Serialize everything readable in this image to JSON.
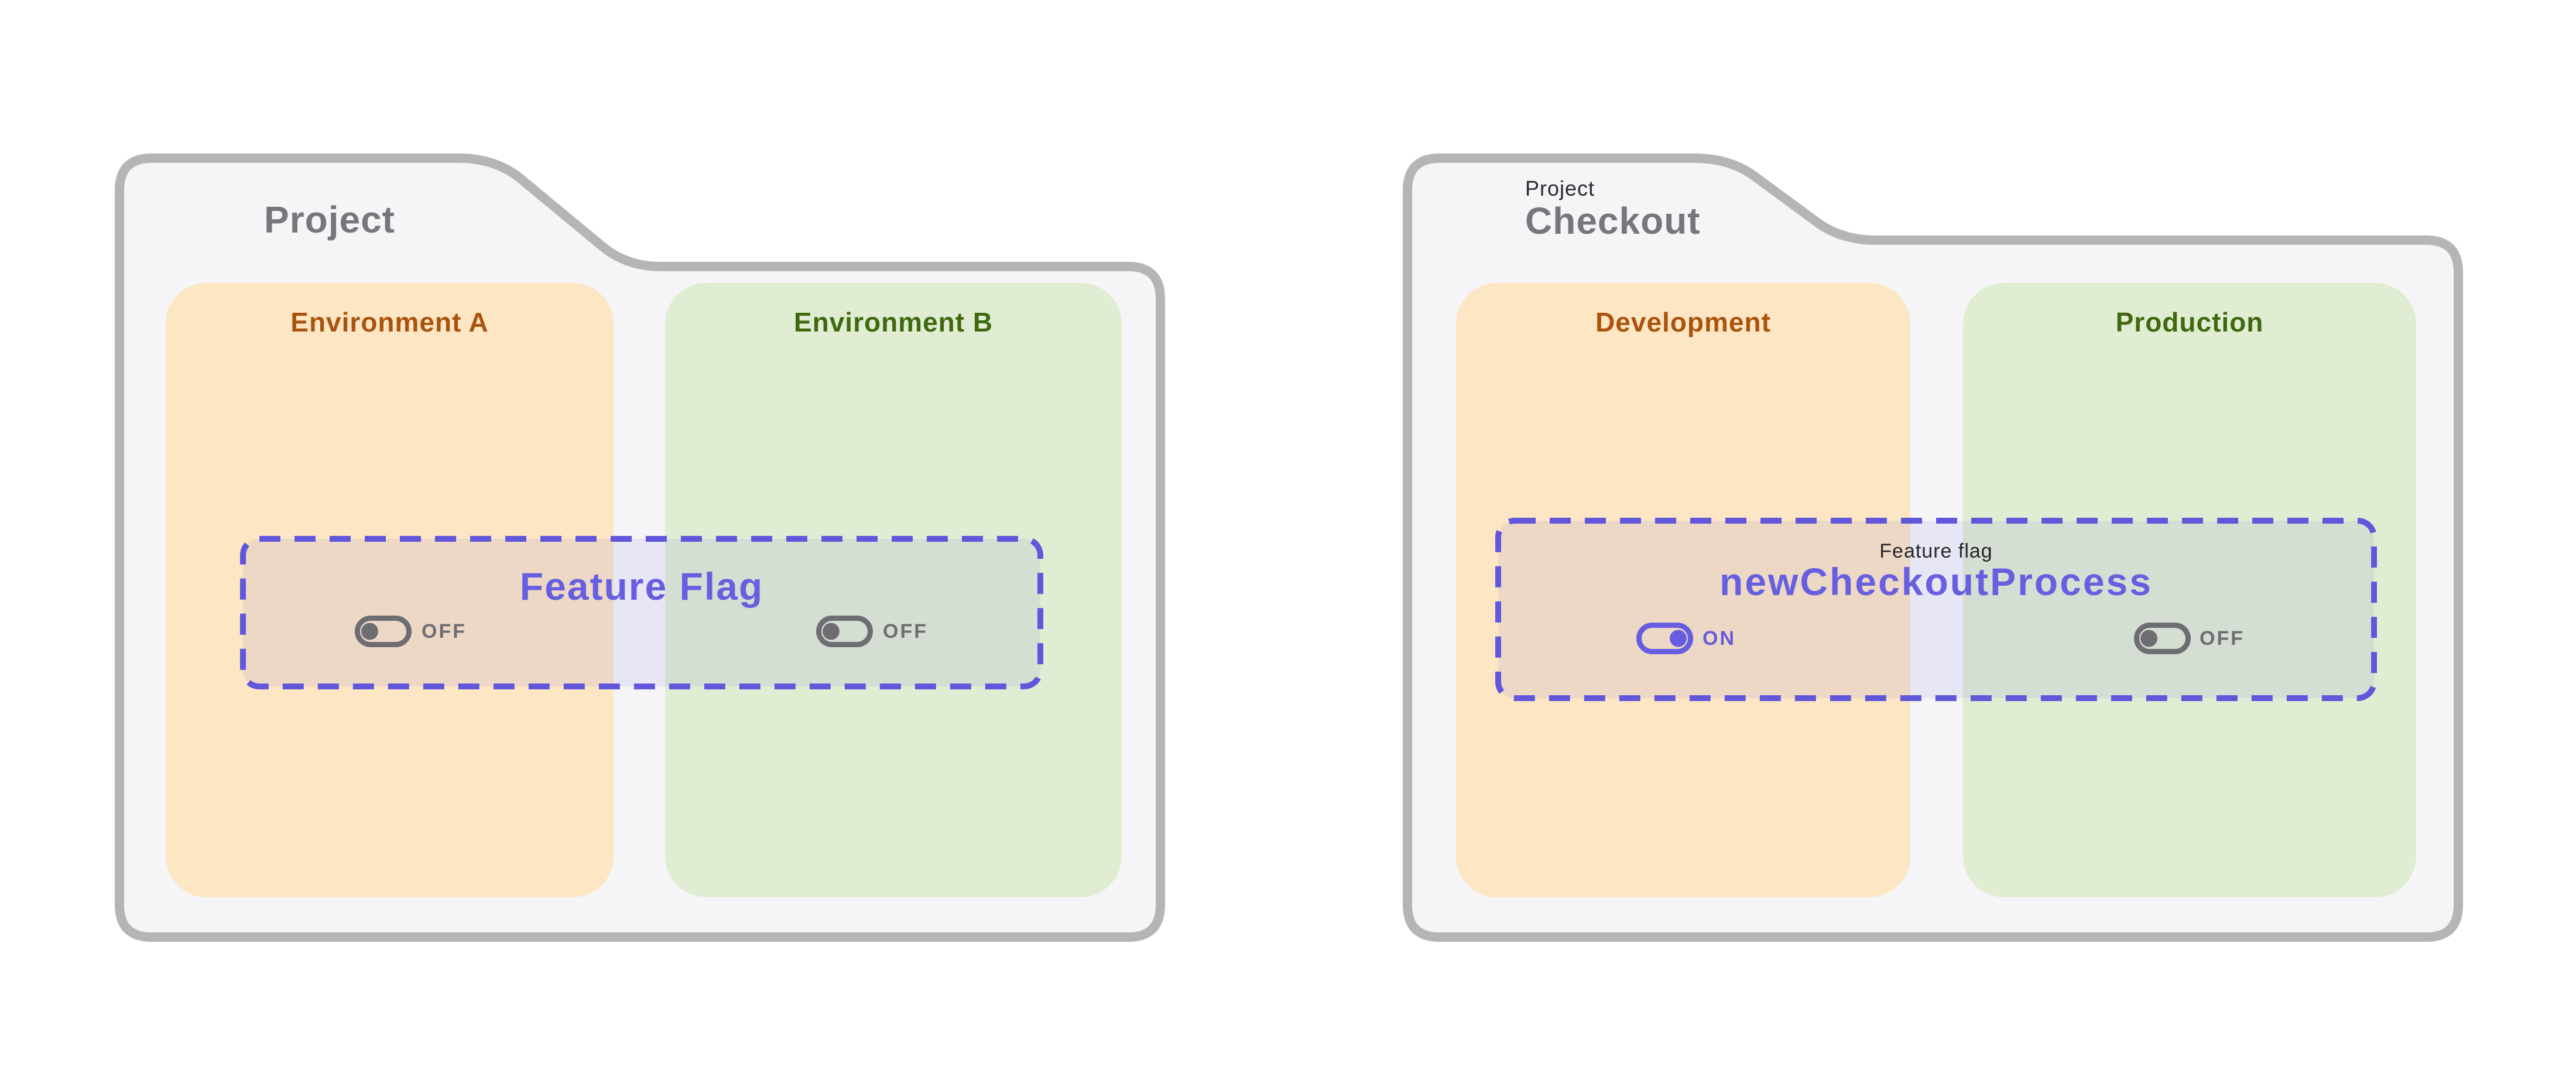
{
  "palette": {
    "accent_purple": "#675fe0",
    "dashed_border_purple": "#6157db",
    "folder_fill": "#f5f5f7",
    "folder_border": "#b5b5b7",
    "env_orange_fill": "#fce6c3",
    "env_orange_text": "#a9530e",
    "env_green_fill": "#e1edd2",
    "env_green_text": "#40690f",
    "title_gray": "#77777b",
    "kicker_dark": "#2b2b30",
    "toggle_gray": "#6e6e72"
  },
  "left_folder": {
    "title": "Project",
    "env_a": {
      "label": "Environment A"
    },
    "env_b": {
      "label": "Environment B"
    },
    "flag": {
      "name": "Feature Flag"
    },
    "toggle_a": {
      "state": "OFF"
    },
    "toggle_b": {
      "state": "OFF"
    }
  },
  "right_folder": {
    "kicker": "Project",
    "title": "Checkout",
    "env_a": {
      "label": "Development"
    },
    "env_b": {
      "label": "Production"
    },
    "flag": {
      "kicker": "Feature flag",
      "name": "newCheckoutProcess"
    },
    "toggle_a": {
      "state": "ON"
    },
    "toggle_b": {
      "state": "OFF"
    }
  }
}
